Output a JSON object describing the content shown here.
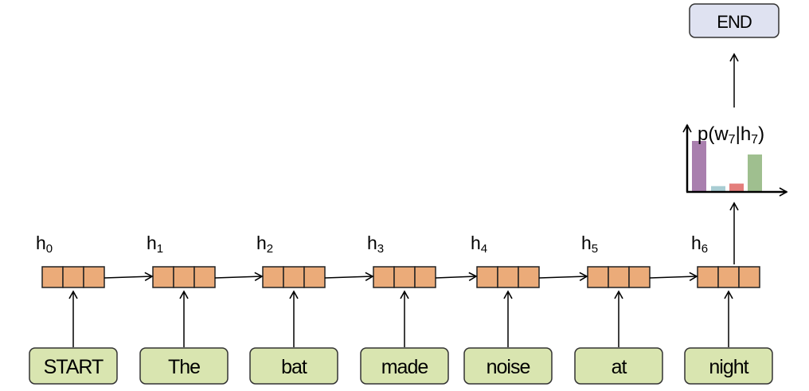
{
  "words": [
    "START",
    "The",
    "bat",
    "made",
    "noise",
    "at",
    "night"
  ],
  "hidden_states": [
    {
      "base": "h",
      "sub": "0"
    },
    {
      "base": "h",
      "sub": "1"
    },
    {
      "base": "h",
      "sub": "2"
    },
    {
      "base": "h",
      "sub": "3"
    },
    {
      "base": "h",
      "sub": "4"
    },
    {
      "base": "h",
      "sub": "5"
    },
    {
      "base": "h",
      "sub": "6"
    }
  ],
  "output_token": "END",
  "distribution": {
    "label_prefix": "p(w",
    "label_sub1": "7",
    "label_mid": "|h",
    "label_sub2": "7",
    "label_suffix": ")"
  },
  "chart_data": {
    "type": "bar",
    "values": [
      1.0,
      0.1,
      0.15,
      0.73
    ],
    "colors": [
      "#a97fae",
      "#a9cdd3",
      "#e47e7c",
      "#9fbf8f"
    ]
  },
  "colors": {
    "word_fill": "#d9e5b0",
    "word_stroke": "#333333",
    "cell_fill": "#ebab79",
    "cell_stroke": "#222222",
    "end_fill": "#dfe2f1"
  }
}
